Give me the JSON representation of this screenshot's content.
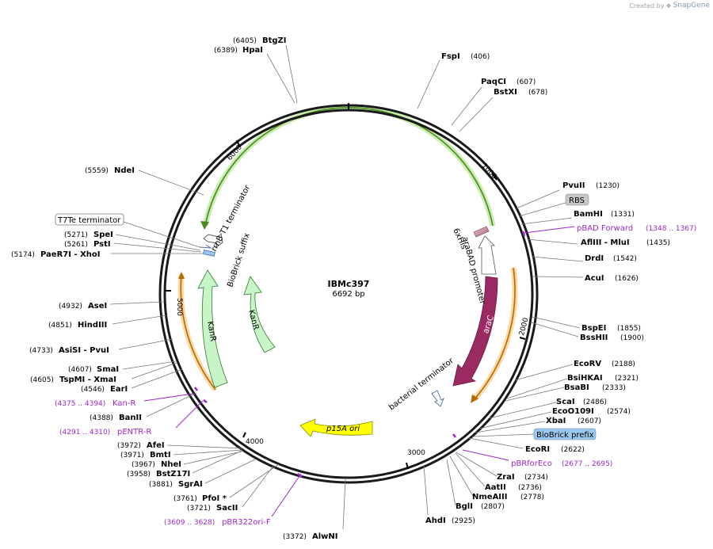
{
  "credit": {
    "prefix": "Created by",
    "brand": "SnapGene"
  },
  "plasmid": {
    "name": "IBMc397",
    "length_label": "6692 bp",
    "length": 6692
  },
  "ticks": [
    "1000",
    "2000",
    "3000",
    "4000",
    "5000",
    "6000"
  ],
  "sites": [
    {
      "id": "btgzi",
      "name": "BtgZI",
      "pos": "(6405)"
    },
    {
      "id": "hpai",
      "name": "HpaI",
      "pos": "(6389)"
    },
    {
      "id": "fspi",
      "name": "FspI",
      "pos": "(406)"
    },
    {
      "id": "paqci",
      "name": "PaqCI",
      "pos": "(607)"
    },
    {
      "id": "bstxi",
      "name": "BstXI",
      "pos": "(678)"
    },
    {
      "id": "pvuii",
      "name": "PvuII",
      "pos": "(1230)"
    },
    {
      "id": "bamhi",
      "name": "BamHI",
      "pos": "(1331)"
    },
    {
      "id": "afliii",
      "name": "AflIII  - MluI",
      "pos": "(1435)"
    },
    {
      "id": "drdi",
      "name": "DrdI",
      "pos": "(1542)"
    },
    {
      "id": "acui",
      "name": "AcuI",
      "pos": "(1626)"
    },
    {
      "id": "bspei",
      "name": "BspEI",
      "pos": "(1855)"
    },
    {
      "id": "bsshii",
      "name": "BssHII",
      "pos": "(1900)"
    },
    {
      "id": "ecorv",
      "name": "EcoRV",
      "pos": "(2188)"
    },
    {
      "id": "bsihkai",
      "name": "BsiHKAI",
      "pos": "(2321)"
    },
    {
      "id": "bsabi",
      "name": "BsaBI",
      "pos": "(2333)"
    },
    {
      "id": "scai",
      "name": "ScaI",
      "pos": "(2486)"
    },
    {
      "id": "ecoo109i",
      "name": "EcoO109I",
      "pos": "(2574)"
    },
    {
      "id": "xbai",
      "name": "XbaI",
      "pos": "(2607)"
    },
    {
      "id": "ecori",
      "name": "EcoRI",
      "pos": "(2622)"
    },
    {
      "id": "zrai",
      "name": "ZraI",
      "pos": "(2734)"
    },
    {
      "id": "aatii",
      "name": "AatII",
      "pos": "(2736)"
    },
    {
      "id": "nmeaiii",
      "name": "NmeAIII",
      "pos": "(2778)"
    },
    {
      "id": "bgli",
      "name": "BglI",
      "pos": "(2807)"
    },
    {
      "id": "ahdi",
      "name": "AhdI",
      "pos": "(2925)"
    },
    {
      "id": "alwni",
      "name": "AlwNI",
      "pos": "(3372)"
    },
    {
      "id": "sacii",
      "name": "SacII",
      "pos": "(3721)"
    },
    {
      "id": "pfoi",
      "name": "PfoI *",
      "pos": "(3761)"
    },
    {
      "id": "sgrai",
      "name": "SgrAI",
      "pos": "(3881)"
    },
    {
      "id": "bstz17i",
      "name": "BstZ17I",
      "pos": "(3958)"
    },
    {
      "id": "nhei",
      "name": "NheI",
      "pos": "(3967)"
    },
    {
      "id": "bmti",
      "name": "BmtI",
      "pos": "(3971)"
    },
    {
      "id": "afei",
      "name": "AfeI",
      "pos": "(3972)"
    },
    {
      "id": "banii",
      "name": "BanII",
      "pos": "(4388)"
    },
    {
      "id": "eari",
      "name": "EarI",
      "pos": "(4546)"
    },
    {
      "id": "tspmi",
      "name": "TspMI  - XmaI",
      "pos": "(4605)"
    },
    {
      "id": "smai",
      "name": "SmaI",
      "pos": "(4607)"
    },
    {
      "id": "asisi",
      "name": "AsiSI  - PvuI",
      "pos": "(4733)"
    },
    {
      "id": "hindiii",
      "name": "HindIII",
      "pos": "(4851)"
    },
    {
      "id": "asei",
      "name": "AseI",
      "pos": "(4932)"
    },
    {
      "id": "paer7i",
      "name": "PaeR7I  - XhoI",
      "pos": "(5174)"
    },
    {
      "id": "psti",
      "name": "PstI",
      "pos": "(5261)"
    },
    {
      "id": "spei",
      "name": "SpeI",
      "pos": "(5271)"
    },
    {
      "id": "ndei",
      "name": "NdeI",
      "pos": "(5559)"
    }
  ],
  "primers": [
    {
      "id": "pbad-forward",
      "name": "pBAD Forward",
      "range": "(1348 .. 1367)"
    },
    {
      "id": "pbrforeco",
      "name": "pBRforEco",
      "range": "(2677 .. 2695)"
    },
    {
      "id": "pbr322ori-f",
      "name": "pBR322ori-F",
      "range": "(3609 .. 3628)"
    },
    {
      "id": "pentr-r",
      "name": "pENTR-R",
      "range": "(4291 .. 4310)"
    },
    {
      "id": "kan-r",
      "name": "Kan-R",
      "range": "(4375 .. 4394)"
    }
  ],
  "boxed_features": {
    "rbs": "RBS",
    "biobrick_prefix": "BioBrick prefix",
    "t7te_terminator": "T7Te terminator"
  },
  "features": {
    "rrnb": "rrnB T1 terminator",
    "biobrick_suffix": "BioBrick suffix",
    "kanr_outer": "KanR",
    "kanr_inner": "KanR",
    "arac": "araC",
    "arabad": "araBAD promoter",
    "his": "6xHis",
    "bact_term": "bacterial terminator",
    "p15a": "p15A ori"
  },
  "colors": {
    "backbone": "#1a1a1a",
    "primer": "#9b27c9",
    "arac": "#9b2a62",
    "kanr": "#c8f5c8",
    "p15a": "#ffff00",
    "orf_green": "#64b42d",
    "orf_orange": "#f0a23c",
    "prefix_box": "#9cc8ef",
    "rbs_box": "#c8c8c8"
  }
}
